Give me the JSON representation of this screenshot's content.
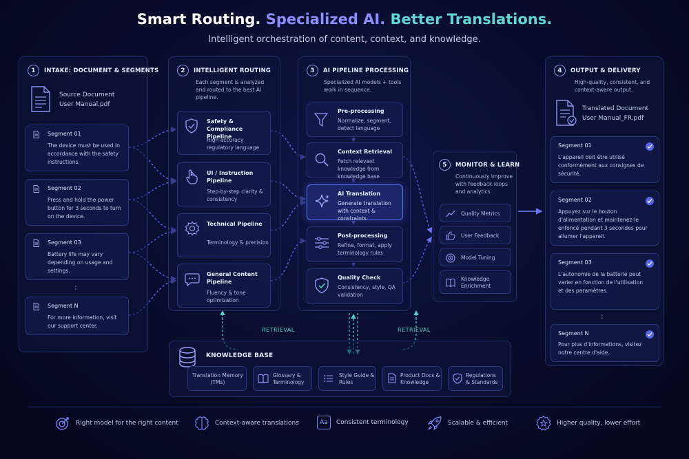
{
  "header": {
    "title_part1": "Smart Routing.",
    "title_part2": "Specialized AI.",
    "title_part3": "Better Translations.",
    "subtitle": "Intelligent orchestration of content, context, and knowledge."
  },
  "intake": {
    "number": "1",
    "title": "INTAKE: DOCUMENT & SEGMENTS",
    "doc_label": "Source Document",
    "doc_file": "User Manual.pdf",
    "segments": [
      {
        "title": "Segment 01",
        "text": "The device must be used in accordance with the safety instructions."
      },
      {
        "title": "Segment 02",
        "text": "Press and hold the power button for 3 seconds to turn on the device."
      },
      {
        "title": "Segment 03",
        "text": "Battery life may vary depending on usage and settings."
      },
      {
        "title": "Segment N",
        "text": "For more information, visit our support center."
      }
    ],
    "ellipsis": ":"
  },
  "routing": {
    "number": "2",
    "title": "INTELLIGENT ROUTING",
    "desc": "Each segment is analyzed and routed to the best AI pipeline.",
    "pipelines": [
      {
        "title": "Safety & Compliance Pipeline",
        "text": "High accuracy regulatory language"
      },
      {
        "title": "UI / Instruction Pipeline",
        "text": "Step-by-step clarity & consistency"
      },
      {
        "title": "Technical Pipeline",
        "text": "Terminology & precision"
      },
      {
        "title": "General Content Pipeline",
        "text": "Fluency & tone optimization"
      }
    ]
  },
  "processing": {
    "number": "3",
    "title": "AI PIPELINE PROCESSING",
    "desc": "Specialized AI models + tools work in sequence.",
    "steps": [
      {
        "title": "Pre-processing",
        "text": "Normalize, segment, detect language"
      },
      {
        "title": "Context Retrieval",
        "text": "Fetch relevant knowledge from knowledge base"
      },
      {
        "title": "AI Translation",
        "text": "Generate translation with context & constraints"
      },
      {
        "title": "Post-processing",
        "text": "Refine, format, apply terminology rules"
      },
      {
        "title": "Quality Check",
        "text": "Consistency, style, QA validation"
      }
    ]
  },
  "monitor": {
    "number": "5",
    "title": "MONITOR & LEARN",
    "desc": "Continuously improve with feedback loops and analytics.",
    "items": [
      "Quality Metrics",
      "User Feedback",
      "Model Tuning",
      "Knowledge Enrichment"
    ]
  },
  "output": {
    "number": "4",
    "title": "OUTPUT & DELIVERY",
    "desc": "High-quality, consistent, and context-aware output.",
    "doc_label": "Translated Document",
    "doc_file": "User Manual_FR.pdf",
    "segments": [
      {
        "title": "Segment 01",
        "text": "L'appareil doit être utilisé conformément aux consignes de sécurité."
      },
      {
        "title": "Segment 02",
        "text": "Appuyez sur le bouton d'alimentation et maintenez-le enfoncé pendant 3 secondes pour allumer l'appareil."
      },
      {
        "title": "Segment 03",
        "text": "L'autonomie de la batterie peut varier en fonction de l'utilisation et des paramètres."
      },
      {
        "title": "Segment N",
        "text": "Pour plus d'informations, visitez notre centre d'aide."
      }
    ],
    "ellipsis": ":"
  },
  "knowledge": {
    "title": "KNOWLEDGE BASE",
    "retrieval_left": "RETRIEVAL",
    "retrieval_right": "RETRIEVAL",
    "items": [
      {
        "label": "Translation Memory (TMs)"
      },
      {
        "label": "Glossary & Terminology"
      },
      {
        "label": "Style Guide & Rules"
      },
      {
        "label": "Product Docs & Knowledge"
      },
      {
        "label": "Regulations & Standards"
      }
    ]
  },
  "footer": {
    "items": [
      {
        "label": "Right model for the right content",
        "icon": "target-icon"
      },
      {
        "label": "Context-aware translations",
        "icon": "brain-icon"
      },
      {
        "label": "Consistent terminology",
        "icon": "font-icon",
        "glyph": "Aa"
      },
      {
        "label": "Scalable & efficient",
        "icon": "rocket-icon"
      },
      {
        "label": "Higher quality, lower effort",
        "icon": "star-badge-icon"
      }
    ]
  },
  "colors": {
    "background": "#070a24",
    "accent": "#7c86ff",
    "teal": "#4fd1c5",
    "wire": "#5b63e8"
  }
}
